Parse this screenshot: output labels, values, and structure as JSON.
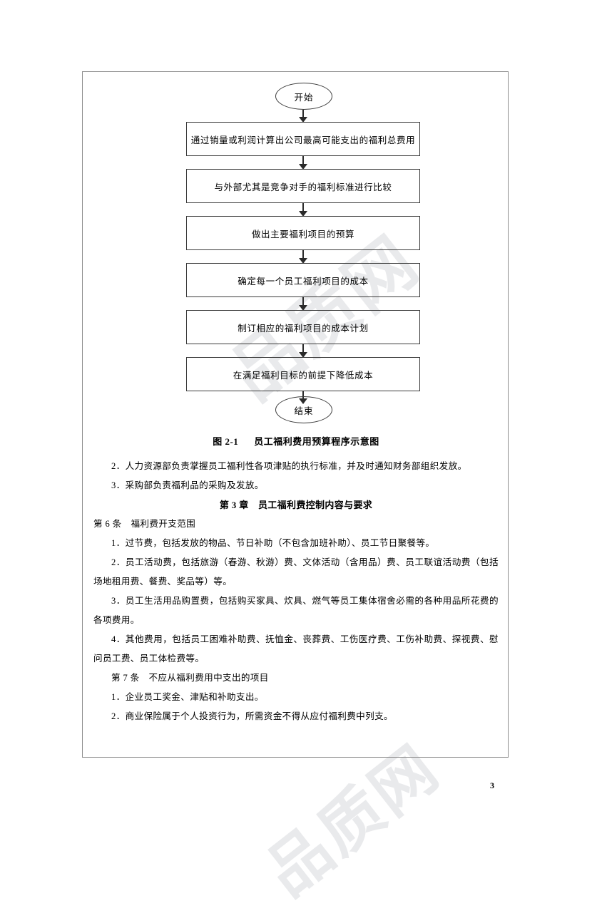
{
  "document": {
    "page_number": "3",
    "watermark_text": "品质网"
  },
  "figure": {
    "start_node": "开始",
    "end_node": "结束",
    "steps": [
      "通过销量或利润计算出公司最高可能支出的福利总费用",
      "与外部尤其是竞争对手的福利标准进行比较",
      "做出主要福利项目的预算",
      "确定每一个员工福利项目的成本",
      "制订相应的福利项目的成本计划",
      "在满足福利目标的前提下降低成本"
    ],
    "caption_number": "图 2-1",
    "caption_title": "员工福利费用预算程序示意图"
  },
  "content": {
    "paragraphs": [
      "2．人力资源部负责掌握员工福利性各项津贴的执行标准，并及时通知财务部组织发放。",
      "3．采购部负责福利品的采购及发放。"
    ],
    "chapter_heading": "第 3 章　员工福利费控制内容与要求",
    "article6_title": "第 6 条　福利费开支范围",
    "article6_items": [
      "1．过节费，包括发放的物品、节日补助（不包含加班补助）、员工节日聚餐等。",
      "2．员工活动费，包括旅游（春游、秋游）费、文体活动（含用品）费、员工联谊活动费（包括场地租用费、餐费、奖品等）等。",
      "3．员工生活用品购置费，包括购买家具、炊具、燃气等员工集体宿舍必需的各种用品所花费的各项费用。",
      "4．其他费用，包括员工困难补助费、抚恤金、丧葬费、工伤医疗费、工伤补助费、探视费、慰问员工费、员工体检费等。"
    ],
    "article7_title": "第 7 条　不应从福利费用中支出的项目",
    "article7_items": [
      "1．企业员工奖金、津贴和补助支出。",
      "2．商业保险属于个人投资行为，所需资金不得从应付福利费中列支。"
    ]
  }
}
